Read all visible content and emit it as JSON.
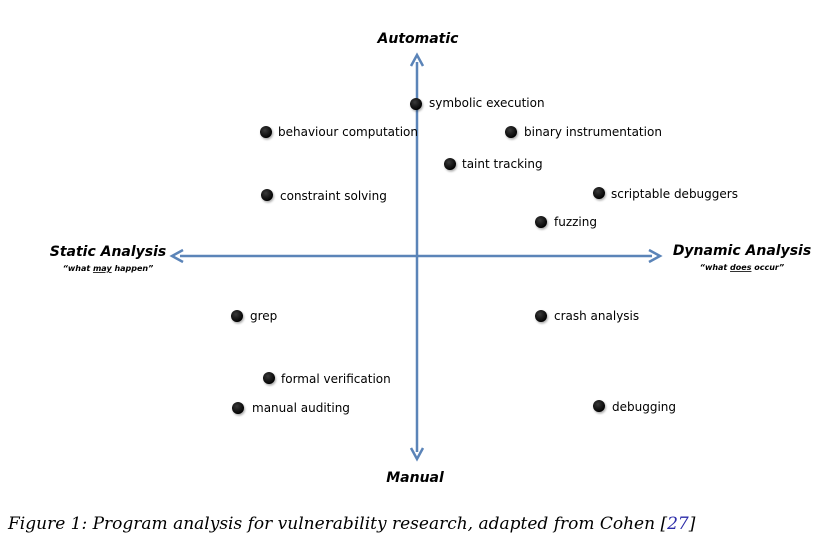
{
  "axes": {
    "top": {
      "title": "Automatic"
    },
    "bottom": {
      "title": "Manual"
    },
    "left": {
      "title": "Static Analysis",
      "subtitle": {
        "pre": "“what ",
        "em": "may",
        "post": " happen”"
      }
    },
    "right": {
      "title": "Dynamic Analysis",
      "subtitle": {
        "pre": "“what ",
        "em": "does",
        "post": " occur”"
      }
    }
  },
  "points": [
    {
      "id": "symbolic-execution",
      "label": "symbolic execution"
    },
    {
      "id": "behaviour-computation",
      "label": "behaviour computation"
    },
    {
      "id": "binary-instrumentation",
      "label": "binary instrumentation"
    },
    {
      "id": "taint-tracking",
      "label": "taint tracking"
    },
    {
      "id": "constraint-solving",
      "label": "constraint solving"
    },
    {
      "id": "scriptable-debuggers",
      "label": "scriptable debuggers"
    },
    {
      "id": "fuzzing",
      "label": "fuzzing"
    },
    {
      "id": "grep",
      "label": "grep"
    },
    {
      "id": "crash-analysis",
      "label": "crash analysis"
    },
    {
      "id": "formal-verification",
      "label": "formal verification"
    },
    {
      "id": "manual-auditing",
      "label": "manual auditing"
    },
    {
      "id": "debugging",
      "label": "debugging"
    }
  ],
  "caption": {
    "text": "Figure 1: Program analysis for vulnerability research, adapted from Cohen [",
    "ref": "27",
    "close": "]"
  },
  "colors": {
    "axis": "#5b84b8",
    "point": "#000000"
  }
}
